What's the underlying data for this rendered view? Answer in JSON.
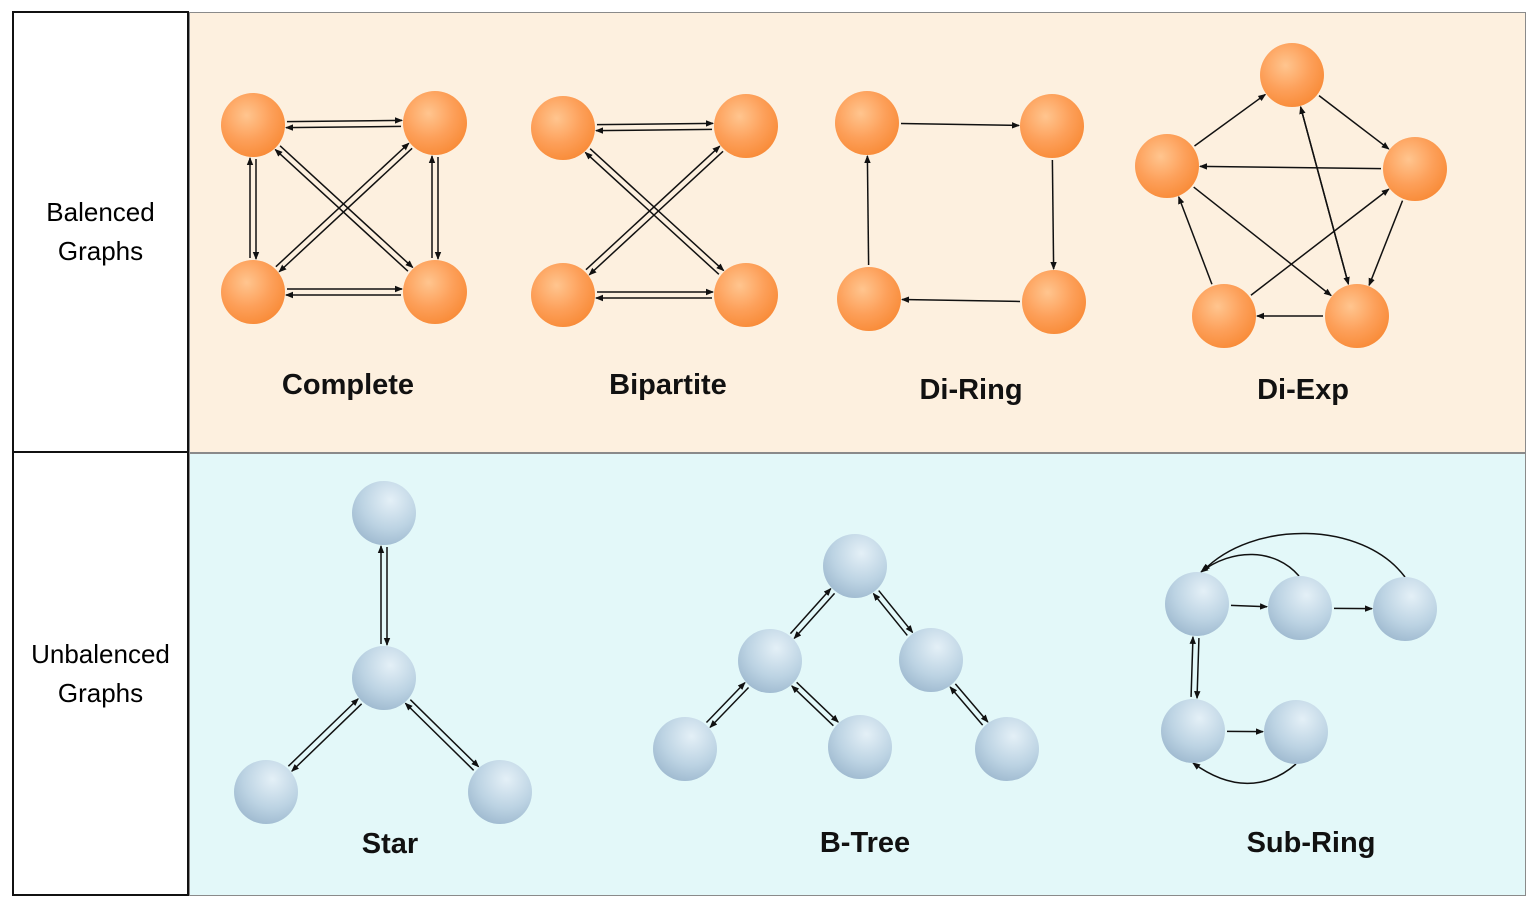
{
  "rows": {
    "balanced": {
      "label_line1": "Balenced",
      "label_line2": "Graphs"
    },
    "unbalanced": {
      "label_line1": "Unbalenced",
      "label_line2": "Graphs"
    }
  },
  "graphs": {
    "complete": "Complete",
    "bipartite": "Bipartite",
    "diring": "Di-Ring",
    "diexp": "Di-Exp",
    "star": "Star",
    "btree": "B-Tree",
    "subring": "Sub-Ring"
  },
  "colors": {
    "balanced_bg": "#fdf0df",
    "unbalanced_bg": "#e3f8f9",
    "orange_node": "#fb9d4c",
    "blue_node": "#b6cfe0"
  }
}
